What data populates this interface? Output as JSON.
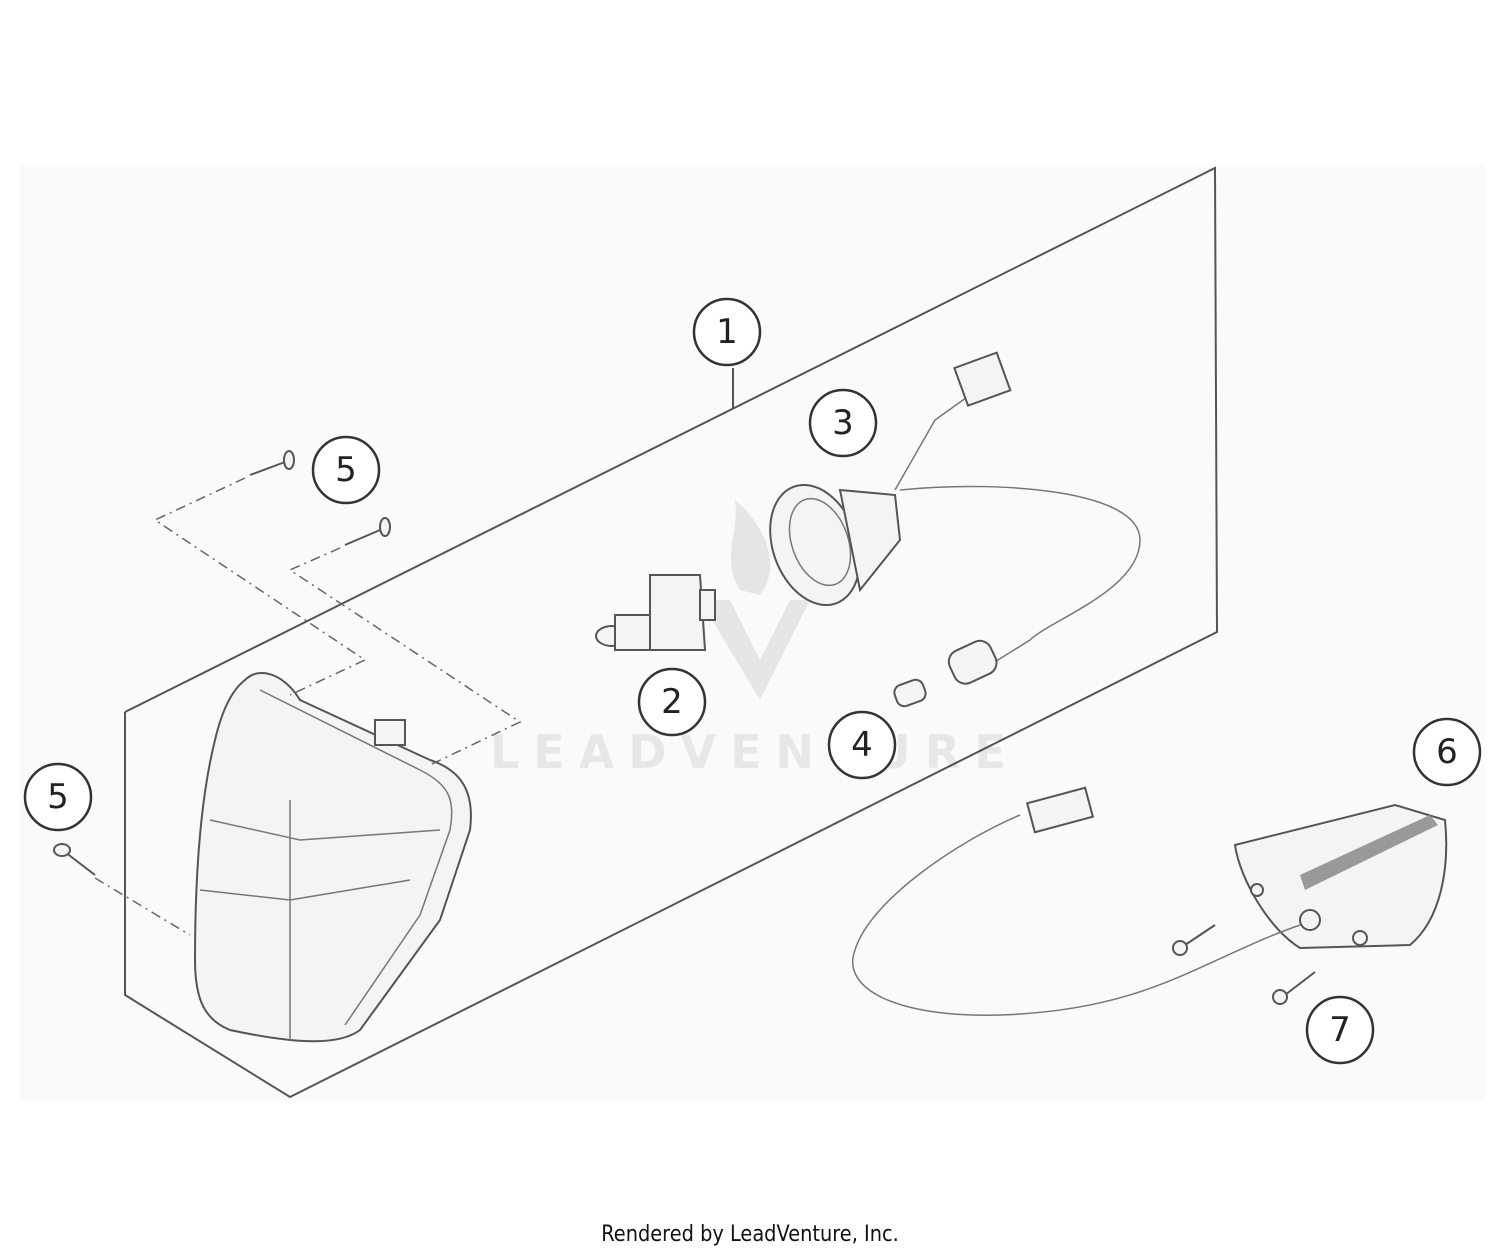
{
  "diagram": {
    "watermark": "LEADVENTURE",
    "callouts": [
      {
        "id": "callout-1",
        "label": "1"
      },
      {
        "id": "callout-3",
        "label": "3"
      },
      {
        "id": "callout-5-top",
        "label": "5"
      },
      {
        "id": "callout-2",
        "label": "2"
      },
      {
        "id": "callout-4",
        "label": "4"
      },
      {
        "id": "callout-5-left",
        "label": "5"
      },
      {
        "id": "callout-6",
        "label": "6"
      },
      {
        "id": "callout-7",
        "label": "7"
      }
    ]
  },
  "footer": {
    "text": "Rendered by LeadVenture, Inc."
  }
}
